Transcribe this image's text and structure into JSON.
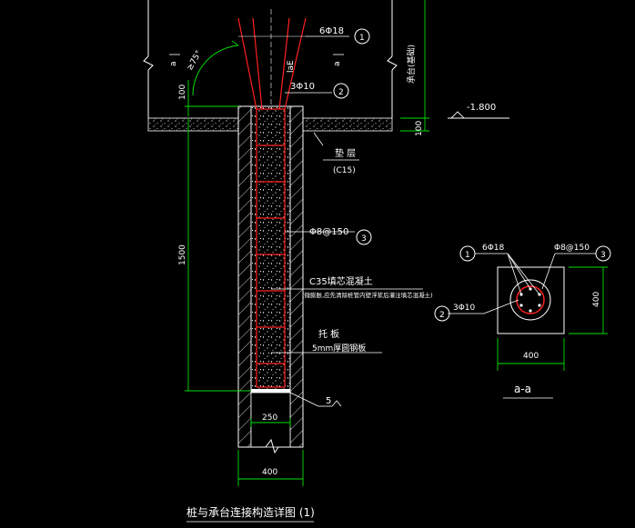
{
  "drawing": {
    "title": "桩与承台连接构造详图 (1)",
    "section_label": "a-a",
    "elevation": "-1.800",
    "labels": {
      "rebar_main": "6Φ18",
      "rebar_hoop_top": "3Φ10",
      "rebar_spiral": "Φ8@150",
      "cushion": "垫 层",
      "cushion_grade": "(C15)",
      "fill_concrete": "C35填芯混凝土",
      "fill_note": "(微膨胀,应先清除桩管内壁浮浆后灌注填芯混凝土)",
      "plate": "托  板",
      "plate_note": "5mm厚圆钢板",
      "weld": "5",
      "lae": "laE",
      "angle": "≥75°",
      "a_left": "a",
      "a_right": "a",
      "cap": "承台(基础)",
      "sec_main": "6Φ18",
      "sec_spiral": "Φ8@150",
      "sec_hoop": "3Φ10"
    },
    "dimensions": {
      "top_100": "100",
      "right_100": "100",
      "height_1500": "1500",
      "inner_250": "250",
      "outer_400": "400",
      "sec_w_400": "400",
      "sec_h_400": "400"
    },
    "callouts": [
      "1",
      "2",
      "3"
    ],
    "colors": {
      "background": "#000000",
      "lines": "#ffffff",
      "rebar": "#ff2020",
      "dimension": "#00e000",
      "circle": "#ffffff"
    }
  }
}
